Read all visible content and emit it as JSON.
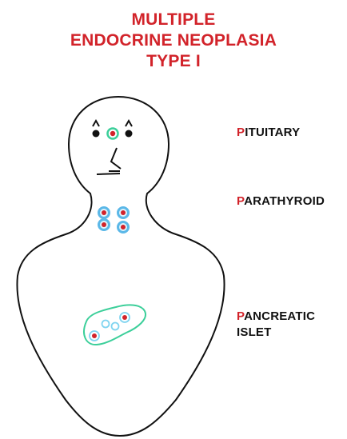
{
  "title": {
    "line1": "MULTIPLE",
    "line2": "ENDOCRINE NEOPLASIA",
    "line3": "TYPE I"
  },
  "labels": {
    "pituitary": {
      "initial": "P",
      "rest": "ITUITARY"
    },
    "parathyroid": {
      "initial": "P",
      "rest": "ARATHYROID"
    },
    "pancreatic": {
      "initial": "P",
      "rest": "ANCREATIC",
      "line2": "ISLET"
    }
  },
  "colors": {
    "title": "#d2232a",
    "initial_letter": "#d2232a",
    "outline": "#111111",
    "parathyroid_ring": "#5bb8e8",
    "pancreas_outline": "#3ccf9a",
    "islet_ring": "#7fd4f0",
    "tumor": "#d2232a"
  }
}
